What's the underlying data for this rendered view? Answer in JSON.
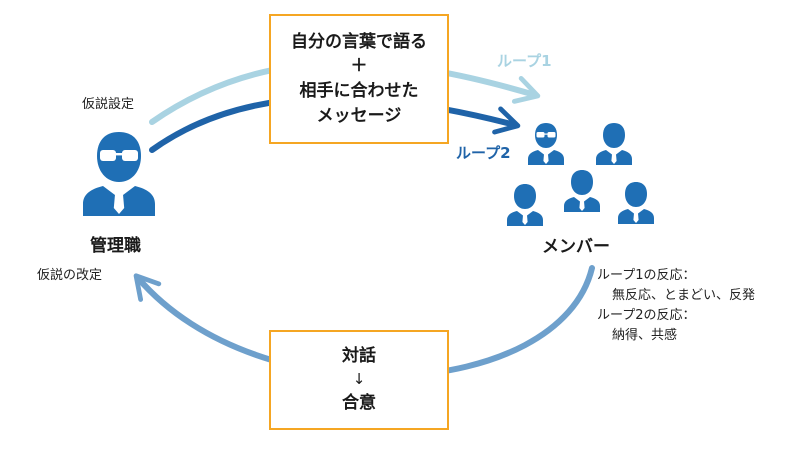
{
  "colors": {
    "loop1": "#a9d3e2",
    "loop2": "#1f63a8",
    "bottom_arrow": "#6ea0cc",
    "person_fill": "#1f6fb5",
    "box_border": "#f5a623"
  },
  "manager": {
    "icon": "manager-glasses-icon",
    "label": "管理職",
    "hypothesis_setting": "仮説設定",
    "hypothesis_revision": "仮説の改定"
  },
  "members": {
    "icon": "member-group-icon",
    "label": "メンバー"
  },
  "top_box": {
    "line1": "自分の言葉で語る",
    "plus": "＋",
    "line2": "相手に合わせた",
    "line3": "メッセージ"
  },
  "bottom_box": {
    "line1": "対話",
    "arrow": "↓",
    "line2": "合意"
  },
  "loops": {
    "loop1": "ループ1",
    "loop2": "ループ2"
  },
  "reactions": {
    "loop1_title": "ループ1の反応：",
    "loop1_detail": "無反応、とまどい、反発",
    "loop2_title": "ループ2の反応：",
    "loop2_detail": "納得、共感"
  }
}
